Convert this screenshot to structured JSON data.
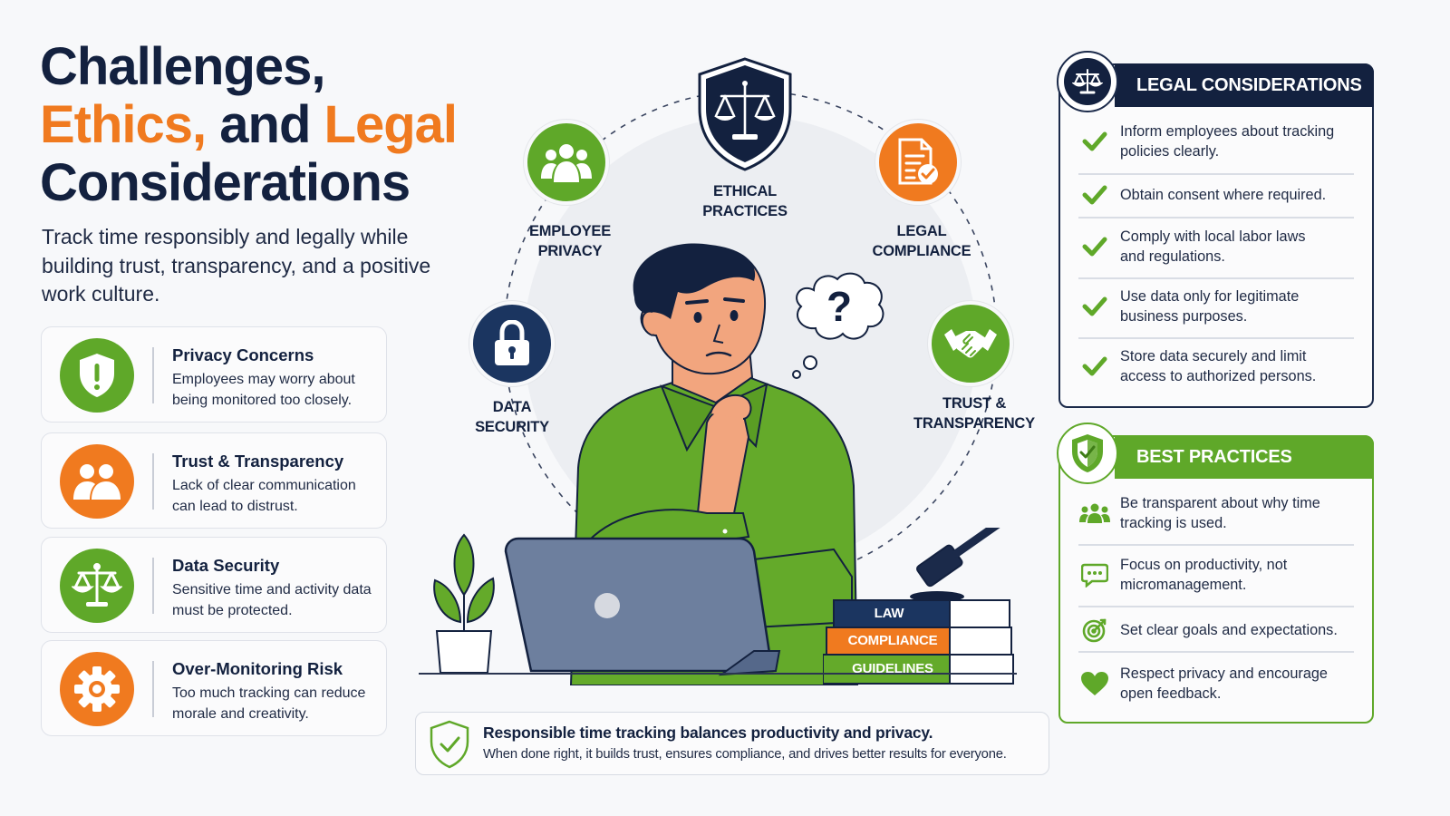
{
  "header": {
    "title_line1": "Challenges,",
    "title_line2_accent1": "Ethics,",
    "title_line2_mid": " and ",
    "title_line2_accent2": "Legal",
    "title_line3": "Considerations",
    "subtitle": "Track time responsibly and legally while building trust, transparency, and a positive work culture."
  },
  "challenges": [
    {
      "title": "Privacy Concerns",
      "description": "Employees may worry about being monitored too closely.",
      "icon": "shield-alert-icon",
      "color": "#5fa829"
    },
    {
      "title": "Trust & Transparency",
      "description": "Lack of clear communication can lead to distrust.",
      "icon": "users-icon",
      "color": "#f07a1f"
    },
    {
      "title": "Data Security",
      "description": "Sensitive time and activity data must be protected.",
      "icon": "scales-icon",
      "color": "#5fa829"
    },
    {
      "title": "Over-Monitoring Risk",
      "description": "Too much tracking can reduce morale and creativity.",
      "icon": "gear-icon",
      "color": "#f07a1f"
    }
  ],
  "center": {
    "nodes": {
      "ethical": "ETHICAL PRACTICES",
      "employee_privacy": "EMPLOYEE PRIVACY",
      "legal_compliance": "LEGAL COMPLIANCE",
      "data_security": "DATA SECURITY",
      "trust": "TRUST & TRANSPARENCY"
    },
    "thought_symbol": "?",
    "books": [
      "LAW",
      "COMPLIANCE",
      "GUIDELINES"
    ]
  },
  "summary": {
    "title": "Responsible time tracking balances productivity and privacy.",
    "description": "When done right, it builds trust, ensures compliance, and drives better results for everyone."
  },
  "legal_panel": {
    "title": "LEGAL CONSIDERATIONS",
    "items": [
      "Inform employees about tracking policies clearly.",
      "Obtain consent where required.",
      "Comply with local labor laws and regulations.",
      "Use data only for legitimate business purposes.",
      "Store data securely and limit access to authorized persons."
    ]
  },
  "best_panel": {
    "title": "BEST PRACTICES",
    "items": [
      {
        "text": "Be transparent about why time tracking is used.",
        "icon": "people-icon"
      },
      {
        "text": "Focus on productivity, not micromanagement.",
        "icon": "chat-bubble-icon"
      },
      {
        "text": "Set clear goals and expectations.",
        "icon": "target-icon"
      },
      {
        "text": "Respect privacy and encourage open feedback.",
        "icon": "heart-icon"
      }
    ]
  },
  "colors": {
    "navy": "#13213f",
    "orange": "#f07a1f",
    "green": "#5fa829",
    "background": "#f7f8fa"
  }
}
